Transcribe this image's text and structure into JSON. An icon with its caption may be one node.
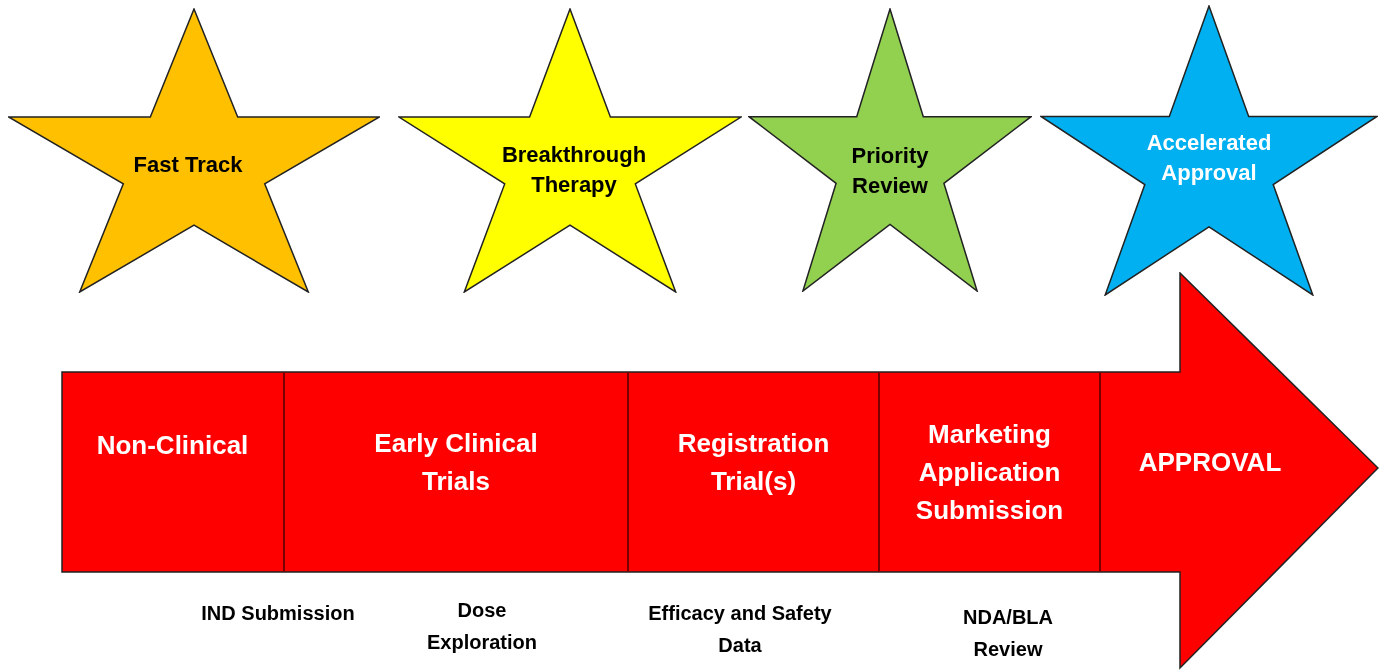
{
  "diagram": {
    "nodes": [
      {
        "text": [
          "Fast Track"
        ]
      },
      {
        "text": [
          "Breakthrough Therapy"
        ]
      },
      {
        "text": [
          "Priority Review"
        ]
      },
      {
        "text": [
          "Accelerated Approval"
        ]
      },
      {
        "text": [],
        "shape": "arrow"
      },
      {
        "text": [
          "Non-Clinical"
        ],
        "in": 4
      },
      {
        "text": [
          "Early Clinical Trials"
        ],
        "in": 4
      },
      {
        "text": [
          "Registration Trial(s)"
        ],
        "in": 4
      },
      {
        "text": [
          "Marketing Application Submission"
        ],
        "in": 4
      },
      {
        "text": [
          "APPROVAL"
        ],
        "in": 4
      }
    ],
    "edges": [],
    "labels": [
      "IND Submission",
      "Dose Exploration",
      "Efficacy and Safety Data",
      "NDA/BLA Review"
    ]
  }
}
